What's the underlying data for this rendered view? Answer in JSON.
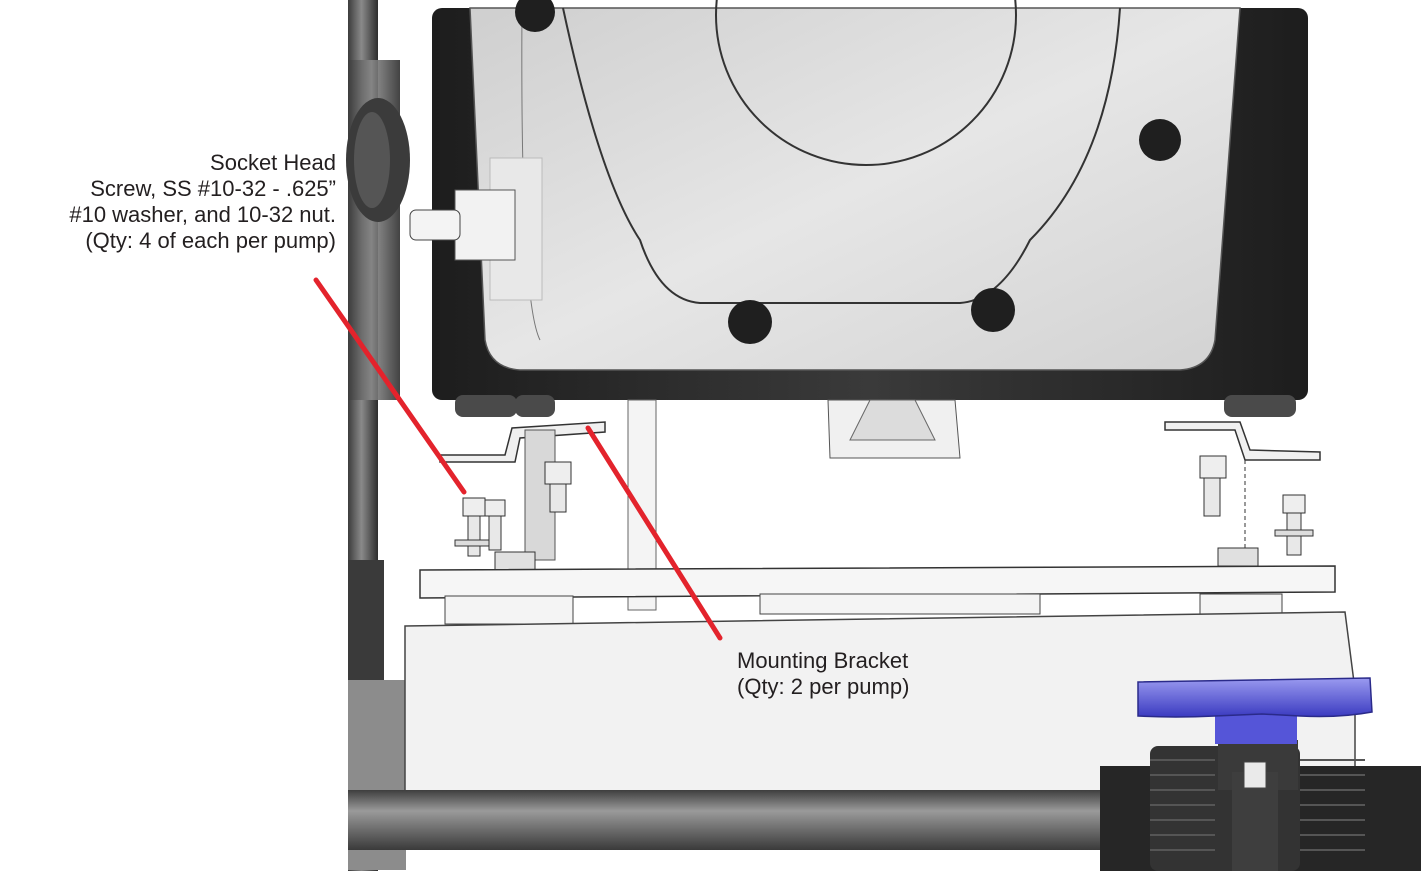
{
  "callouts": {
    "socket_head_screw": {
      "lines": [
        "Socket Head",
        "Screw, SS #10-32 - .625”",
        "#10 washer, and 10-32 nut.",
        "(Qty: 4 of each per pump)"
      ]
    },
    "mounting_bracket": {
      "lines": [
        "Mounting Bracket",
        "(Qty: 2 per pump)"
      ]
    }
  },
  "colors": {
    "leader_line": "#e3232c",
    "pump_housing": "#2b2b2b",
    "pump_face": "#d9d9d9",
    "valve_handle": "#6f6fe0",
    "pipe": "#5a5a5a",
    "text": "#231f20"
  }
}
